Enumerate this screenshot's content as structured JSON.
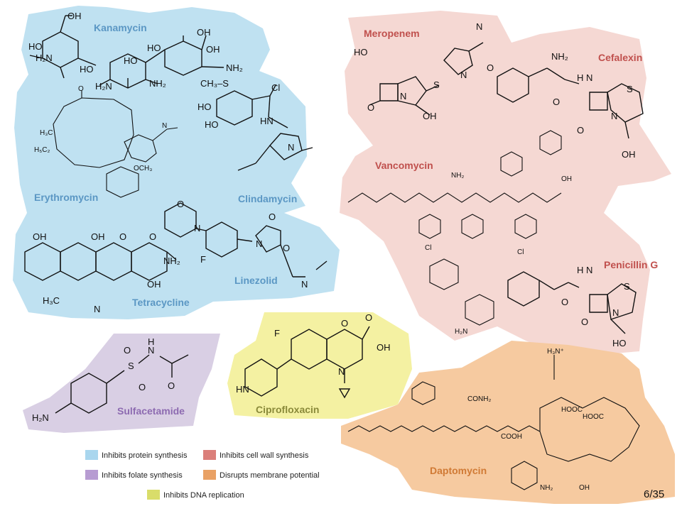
{
  "regions": [
    {
      "id": "protein",
      "color": "#bfe1f1",
      "label_color": "#5b97c4"
    },
    {
      "id": "cell_wall",
      "color": "#f5d8d3",
      "label_color": "#c0504d"
    },
    {
      "id": "folate",
      "color": "#d9cfe4",
      "label_color": "#8d6bb1"
    },
    {
      "id": "dna",
      "color": "#f4f1a2",
      "label_color": "#8a8a3a"
    },
    {
      "id": "membrane",
      "color": "#f6caa0",
      "label_color": "#d07a35"
    }
  ],
  "molecules": {
    "kanamycin": "Kanamycin",
    "erythromycin": "Erythromycin",
    "clindamycin": "Clindamycin",
    "tetracycline": "Tetracycline",
    "linezolid": "Linezolid",
    "meropenem": "Meropenem",
    "cefalexin": "Cefalexin",
    "vancomycin": "Vancomycin",
    "penicillin": "Penicillin G",
    "sulfacetamide": "Sulfacetamide",
    "ciprofloxacin": "Ciprofloxacin",
    "daptomycin": "Daptomycin"
  },
  "legend": [
    {
      "label": "Inhibits protein synthesis",
      "color": "#a9d6ee"
    },
    {
      "label": "Inhibits cell wall synthesis",
      "color": "#db7f7a"
    },
    {
      "label": "Inhibits folate synthesis",
      "color": "#b79cd2"
    },
    {
      "label": "Disrupts membrane potential",
      "color": "#e9a165"
    },
    {
      "label": "Inhibits DNA replication",
      "color": "#d9dd6a"
    }
  ],
  "page_number": "6/35"
}
